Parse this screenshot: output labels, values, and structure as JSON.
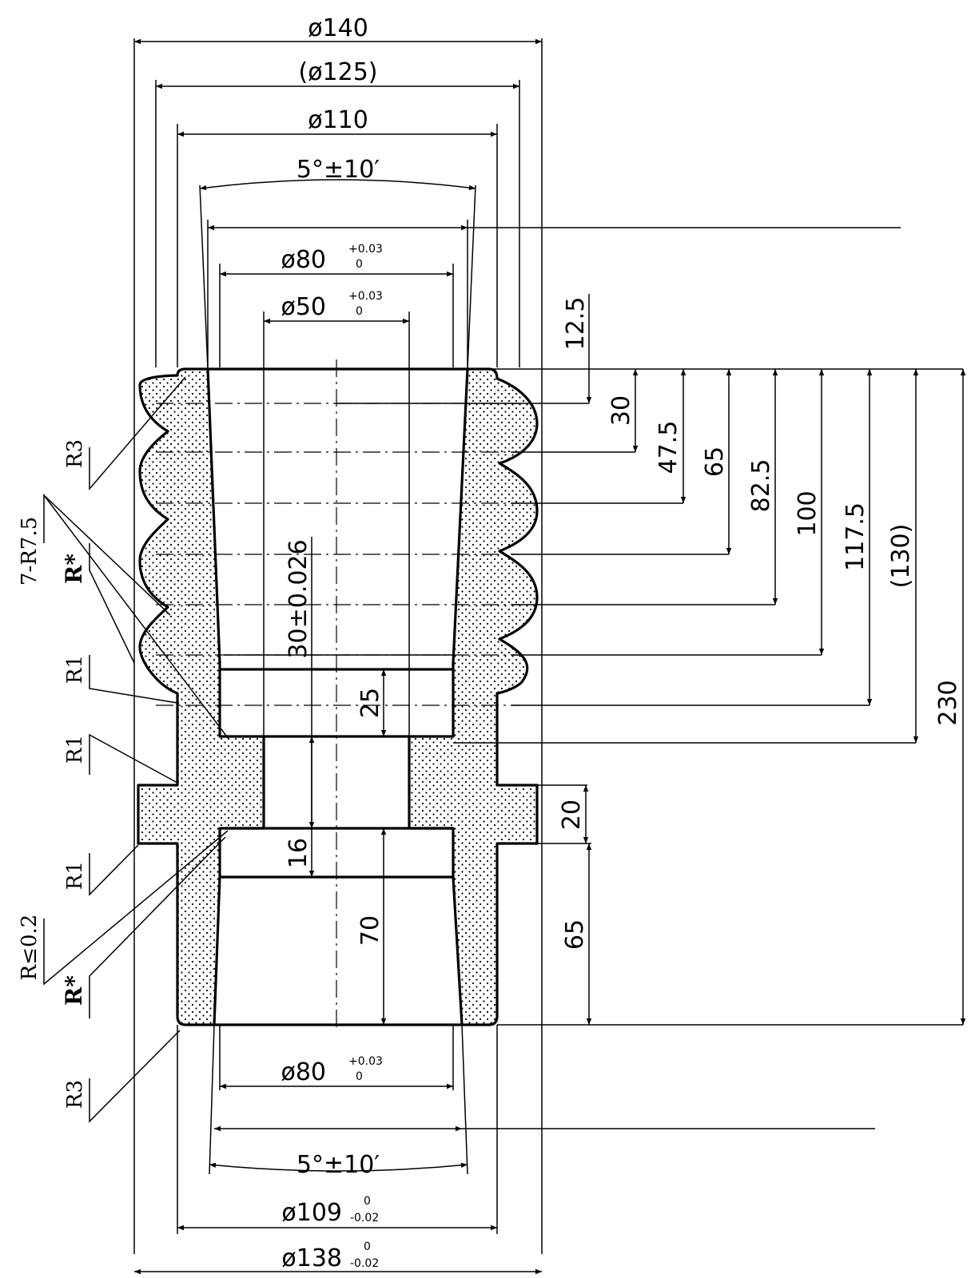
{
  "top_dims": {
    "d140": "ø140",
    "d125": "(ø125)",
    "d110": "ø110",
    "angle": "5°±10′",
    "d80": "ø80",
    "d80_tol_up": "+0.03",
    "d80_tol_lo": "0",
    "d50": "ø50",
    "d50_tol_up": "+0.03",
    "d50_tol_lo": "0"
  },
  "bottom_dims": {
    "d80": "ø80",
    "d80_tol_up": "+0.03",
    "d80_tol_lo": "0",
    "angle": "5°±10′",
    "d109": "ø109",
    "d109_tol_up": "0",
    "d109_tol_lo": "-0.02",
    "d138": "ø138",
    "d138_tol_up": "0",
    "d138_tol_lo": "-0.02"
  },
  "right_dims": [
    "12.5",
    "30",
    "47.5",
    "65",
    "82.5",
    "100",
    "117.5",
    "(130)",
    "230",
    "20",
    "65"
  ],
  "inner_dims": {
    "bore_depth": "30±0.026",
    "recess": "25",
    "web": "16",
    "lower_bore": "70"
  },
  "radius_labels": {
    "top_r3": "R3",
    "ribs": "7-R7.5",
    "r_star_top": "R*",
    "r1_a": "R1",
    "r1_b": "R1",
    "r1_c": "R1",
    "r_small": "R≤0.2",
    "r_star_bottom": "R*",
    "bottom_r3": "R3"
  }
}
